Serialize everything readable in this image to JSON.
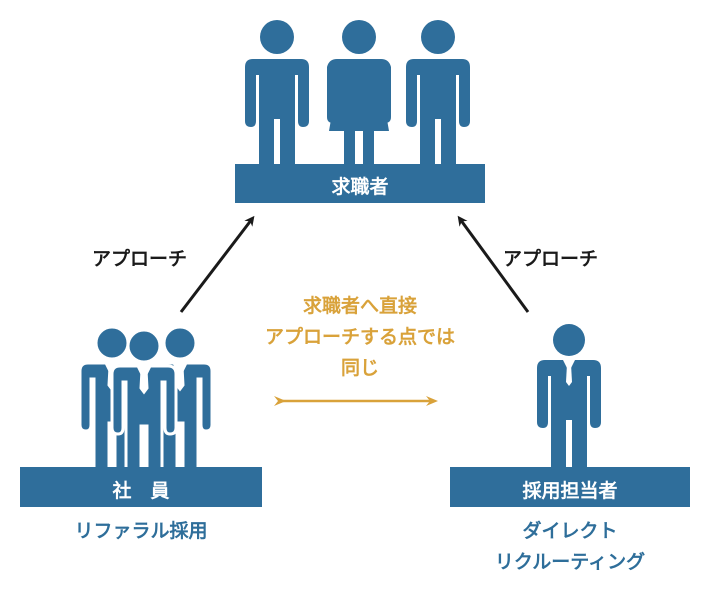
{
  "colors": {
    "figure": "#2f6e9b",
    "bar": "#2f6e9b",
    "arrow": "#1a1a1a",
    "accent_text": "#d9a23a",
    "caption_text": "#2e6e9a"
  },
  "top": {
    "bar_label": "求職者"
  },
  "left": {
    "bar_label": "社　員",
    "caption": "リファラル採用"
  },
  "right": {
    "bar_label": "採用担当者",
    "caption_line1": "ダイレクト",
    "caption_line2": "リクルーティング"
  },
  "approach_left": "アプローチ",
  "approach_right": "アプローチ",
  "center_note": {
    "line1": "求職者へ直接",
    "line2": "アプローチする点では",
    "line3": "同じ"
  }
}
